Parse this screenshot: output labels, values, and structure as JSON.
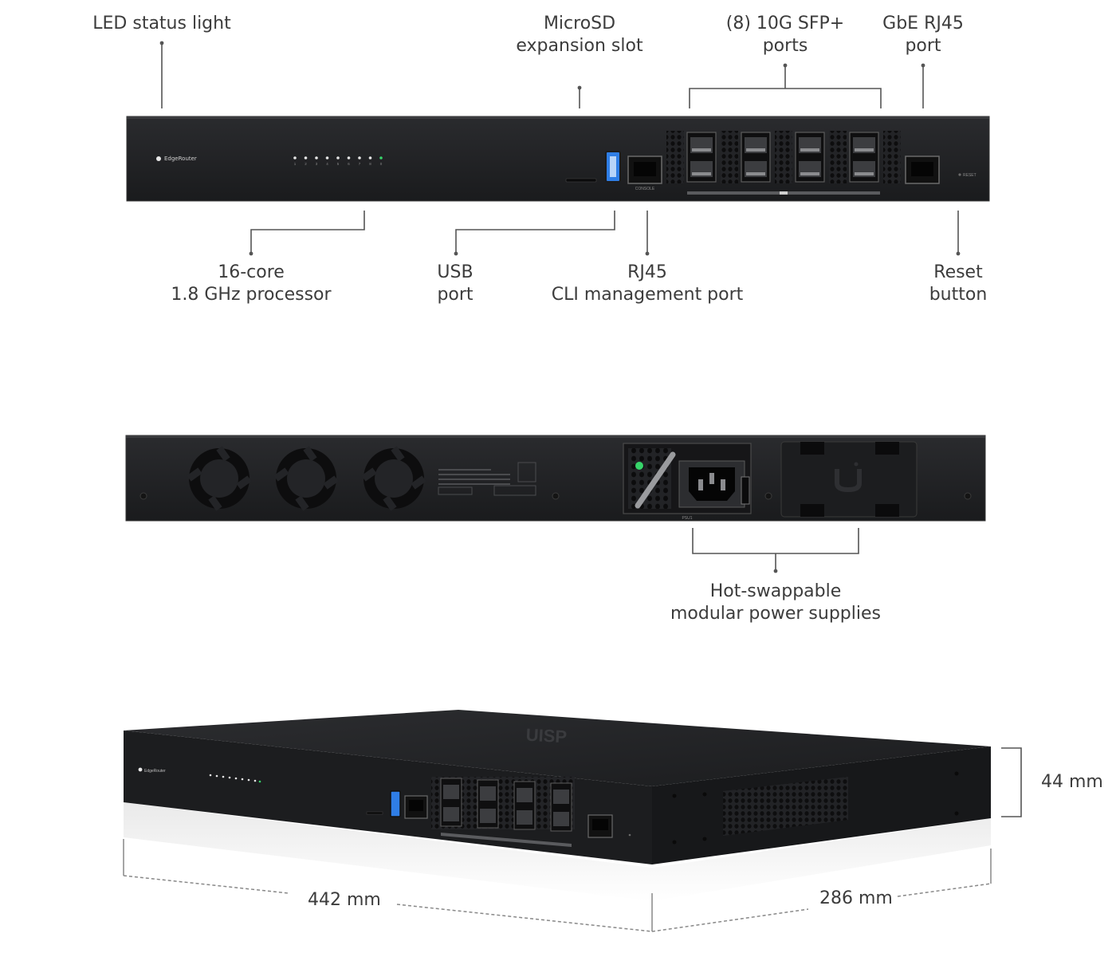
{
  "front_labels": {
    "led": [
      "LED status light"
    ],
    "microsd": [
      "MicroSD",
      "expansion slot"
    ],
    "sfp": [
      "(8) 10G SFP+",
      "ports"
    ],
    "gbe": [
      "GbE RJ45",
      "port"
    ],
    "processor": [
      "16-core",
      "1.8 GHz processor"
    ],
    "usb": [
      "USB",
      "port"
    ],
    "console": [
      "RJ45",
      "CLI management port"
    ],
    "reset": [
      "Reset",
      "button"
    ]
  },
  "rear_labels": {
    "psu": [
      "Hot-swappable",
      "modular power supplies"
    ]
  },
  "dimensions": {
    "height": "44 mm",
    "width": "442 mm",
    "depth": "286 mm"
  },
  "device_text": {
    "brand": "EdgeRouter",
    "led_numbers": [
      "1",
      "2",
      "3",
      "4",
      "5",
      "6",
      "7",
      "8",
      "0"
    ],
    "console": "CONSOLE",
    "reset": "RESET",
    "psu": "PSU1",
    "top_logo": "UISP"
  },
  "colors": {
    "chassis": "#1e1f21",
    "chassis_edge": "#2b2c2f",
    "leader": "#555555",
    "led_green": "#37d46a",
    "usb_blue": "#2f7ee6"
  }
}
